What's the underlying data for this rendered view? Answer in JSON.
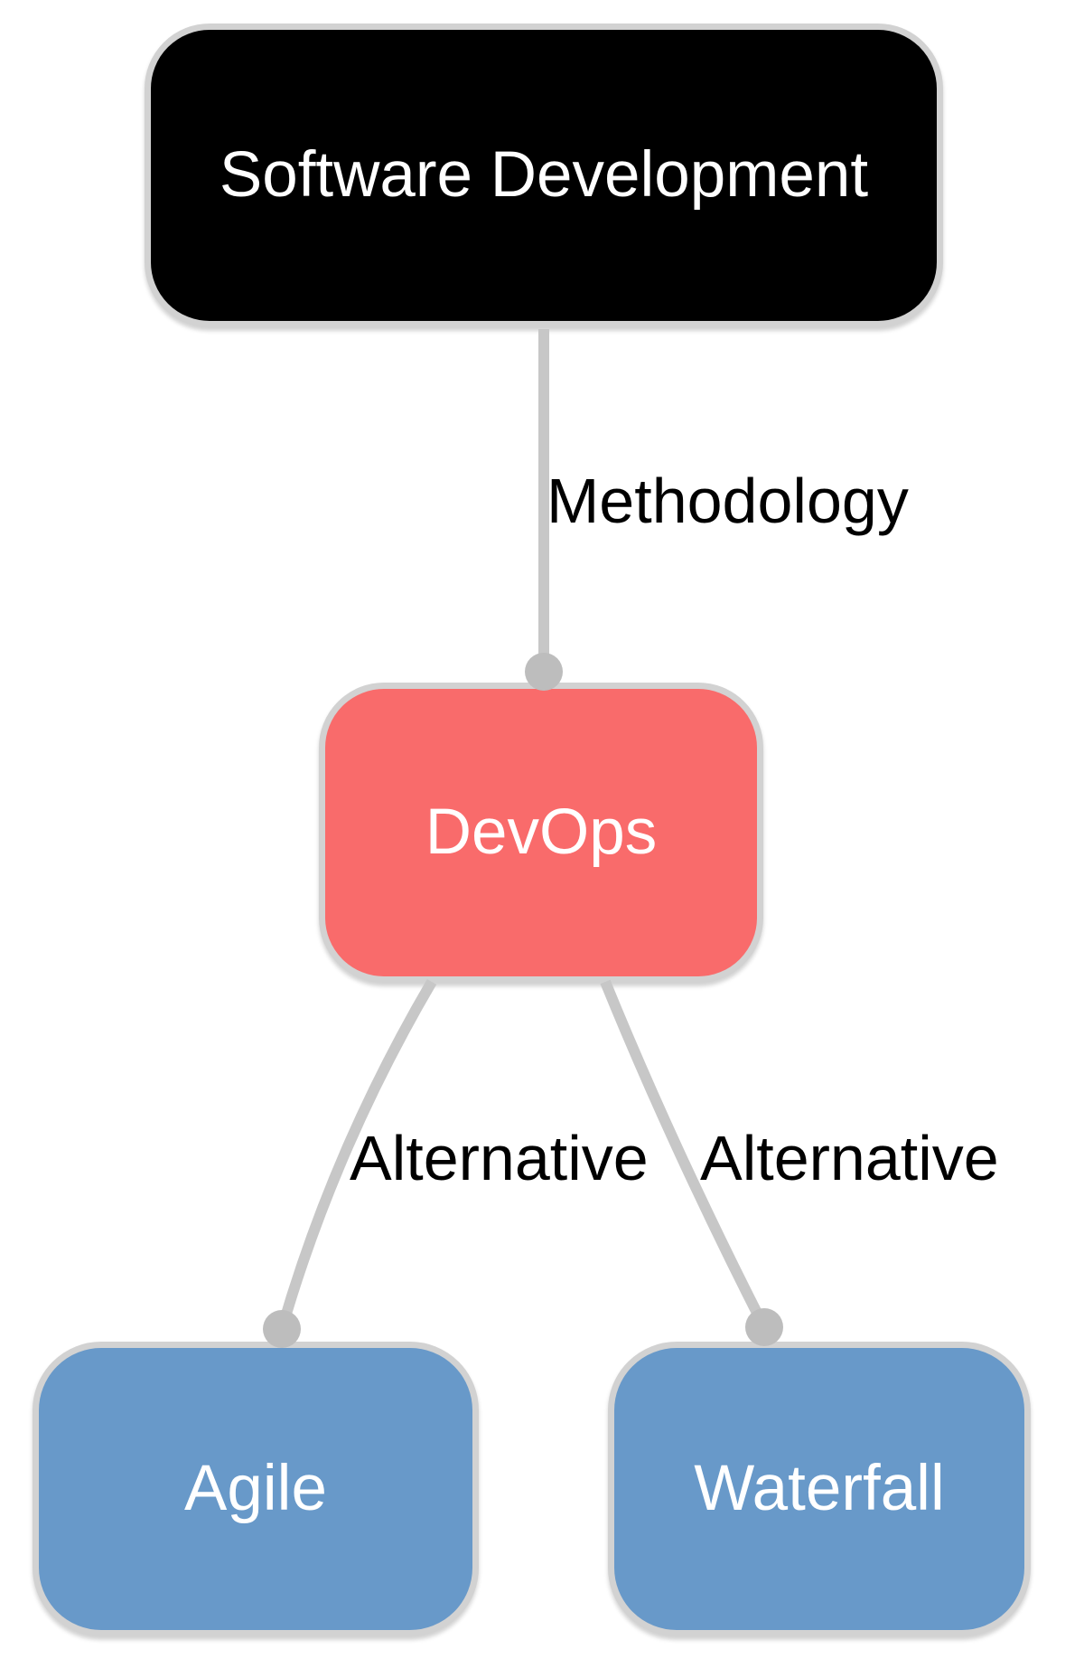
{
  "diagram": {
    "nodes": [
      {
        "label": "Software Development",
        "fill": "#000000",
        "text_color": "#FFFFFF"
      },
      {
        "label": "DevOps",
        "fill": "#F96B6B",
        "text_color": "#FFFFFF"
      },
      {
        "label": "Agile",
        "fill": "#6899C9",
        "text_color": "#FFFFFF"
      },
      {
        "label": "Waterfall",
        "fill": "#6899C9",
        "text_color": "#FFFFFF"
      }
    ],
    "edges": [
      {
        "from": "Software Development",
        "to": "DevOps",
        "label": "Methodology"
      },
      {
        "from": "DevOps",
        "to": "Agile",
        "label": "Alternative"
      },
      {
        "from": "DevOps",
        "to": "Waterfall",
        "label": "Alternative"
      }
    ],
    "colors": {
      "background": "#FFFFFF",
      "edge_line": "#C7C7C7",
      "edge_dot": "#BDBDBD",
      "node_border": "#D2D2D2",
      "edge_label_text": "#000000"
    }
  }
}
